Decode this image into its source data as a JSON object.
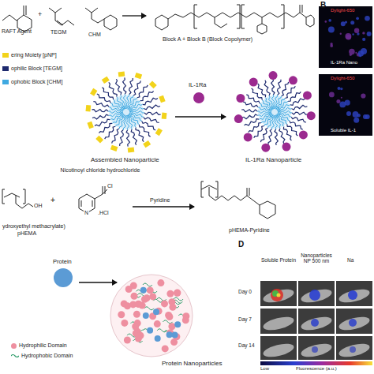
{
  "diagram": {
    "labels": [
      "RAFT Agent",
      "+",
      "TEGM",
      "CHM",
      "Block A + Block B (Block Copolymer)",
      "IL-1Ra",
      "Assembled Nanoparticle",
      "IL-1Ra Nanoparticle",
      "B",
      "Dylight-650",
      "IL-1Ra Nano",
      "Dylight-650",
      "Soluble IL-1",
      "Nicotinoyl chloride hydrochloride",
      "OH",
      "+",
      "Cl",
      "N",
      ".HCl",
      "Pyridine",
      "ydroxyethyl methacrylate)",
      "pHEMA",
      "pHEMA-Pyridine",
      "Protein",
      "Protein Nanoparticles",
      "D",
      "Soluble Protein",
      "Nanoparticles NP 500 nm",
      "Na",
      "Day 0",
      "Day 7",
      "Day 14",
      "Low",
      "Fluorescence (a.u.)"
    ],
    "legend": [
      {
        "text": "ering Moiety [pNP]",
        "color": "#f2d31b"
      },
      {
        "text": "ophilic Block [TEGM]",
        "color": "#1e2a6e"
      },
      {
        "text": "ophobic Block [CHM]",
        "color": "#3fa9e1"
      },
      {
        "text": "Hydrophilic Domain",
        "color": "#ee8fa0"
      },
      {
        "text": "Hydrophobic Domain"
      }
    ]
  }
}
